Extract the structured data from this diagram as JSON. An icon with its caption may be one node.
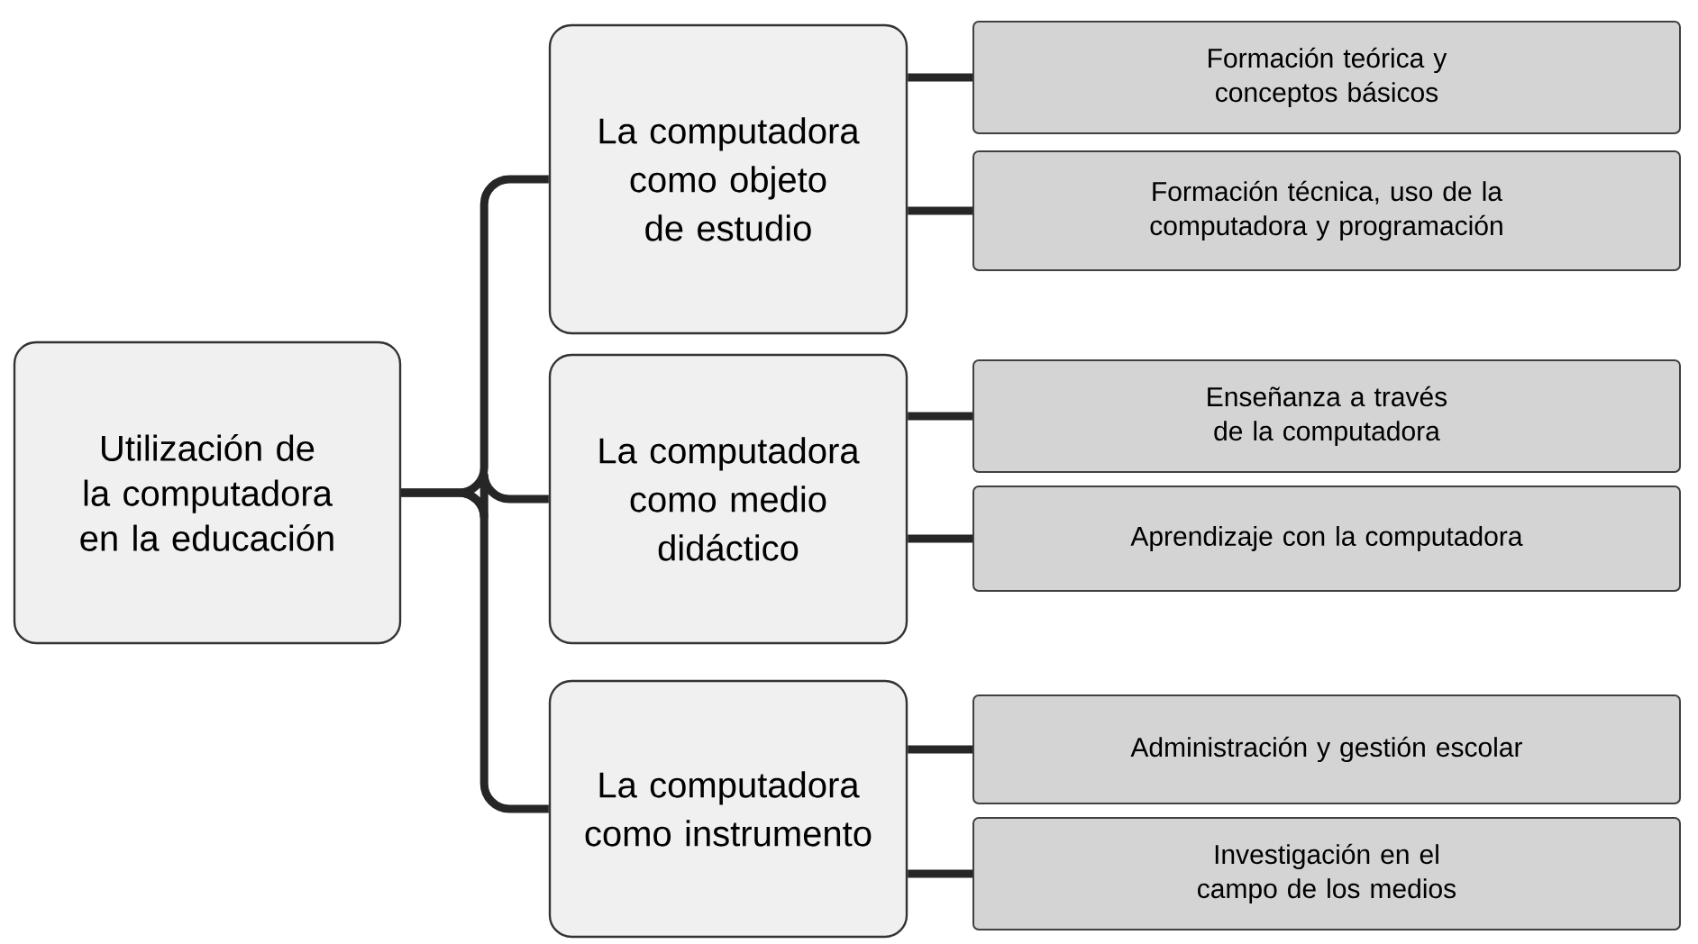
{
  "diagram": {
    "nodes": [
      {
        "text": [
          "Utilización de la computadora en la educación"
        ]
      },
      {
        "text": [
          "La computadora como objeto de estudio"
        ]
      },
      {
        "text": [
          "Formación teórica y conceptos básicos"
        ]
      },
      {
        "text": [
          "Formación técnica, uso de la computadora y programación"
        ]
      },
      {
        "text": [
          "La computadora como medio didáctico"
        ]
      },
      {
        "text": [
          "Enseñanza a través de la computadora"
        ]
      },
      {
        "text": [
          "Aprendizaje con la computadora"
        ]
      },
      {
        "text": [
          "La computadora como instrumento"
        ]
      },
      {
        "text": [
          "Administración y gestión escolar"
        ]
      },
      {
        "text": [
          "Investigación en el campo de los medios"
        ]
      }
    ],
    "edges": [
      {
        "from": 0,
        "to": 1,
        "arrow": "none"
      },
      {
        "from": 0,
        "to": 4,
        "arrow": "none"
      },
      {
        "from": 0,
        "to": 7,
        "arrow": "none"
      },
      {
        "from": 1,
        "to": 2,
        "arrow": "none"
      },
      {
        "from": 1,
        "to": 3,
        "arrow": "none"
      },
      {
        "from": 4,
        "to": 5,
        "arrow": "none"
      },
      {
        "from": 4,
        "to": 6,
        "arrow": "none"
      },
      {
        "from": 7,
        "to": 8,
        "arrow": "none"
      },
      {
        "from": 7,
        "to": 9,
        "arrow": "none"
      }
    ]
  }
}
